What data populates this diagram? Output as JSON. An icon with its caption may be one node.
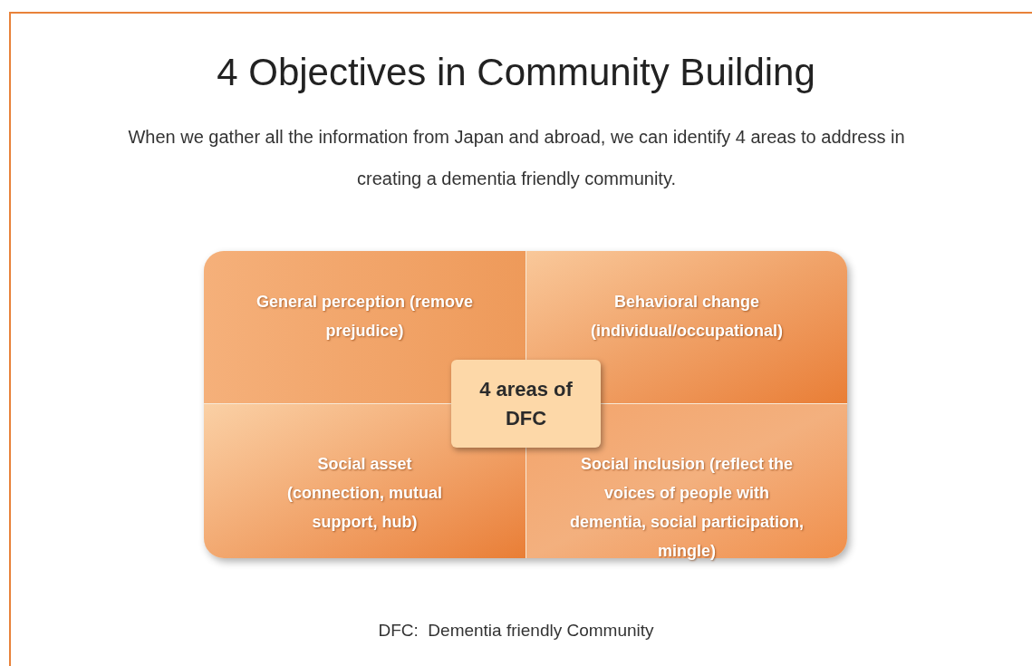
{
  "diagram": {
    "title": "4 Objectives in Community Building",
    "nodes": [
      {
        "text": [
          "General perception (remove prejudice)"
        ]
      },
      {
        "text": [
          "Behavioral change (individual/occupational)"
        ]
      },
      {
        "text": [
          "Social asset (connection, mutual support, hub)"
        ]
      },
      {
        "text": [
          "Social inclusion (reflect the voices of people with dementia, social participation, mingle)"
        ]
      },
      {
        "text": [
          "4 areas of DFC"
        ]
      }
    ],
    "labels": [
      "When we gather all the information from Japan and abroad, we can identify 4 areas to address in creating a dementia friendly community."
    ],
    "caption": "DFC:  Dementia friendly Community"
  }
}
